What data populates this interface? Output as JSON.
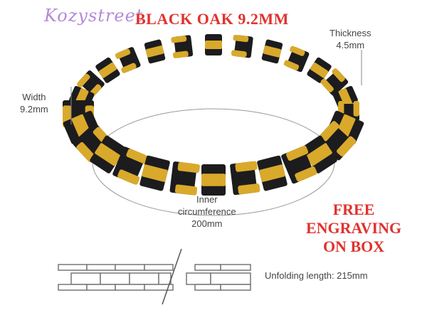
{
  "logo": {
    "text": "Kozystreet"
  },
  "title": "BLACK OAK 9.2MM",
  "thickness": {
    "label": "Thickness",
    "value": "4.5mm"
  },
  "width": {
    "label": "Width",
    "value": "9.2mm"
  },
  "inner": {
    "line1": "Inner",
    "line2": "circumference",
    "line3": "200mm"
  },
  "promo": {
    "line1": "FREE",
    "line2": "ENGRAVING",
    "line3": "ON BOX"
  },
  "unfold": "Unfolding length: 215mm",
  "colors": {
    "gold": "#d9a92b",
    "black": "#1c1c1e",
    "accent": "#e0322e"
  }
}
